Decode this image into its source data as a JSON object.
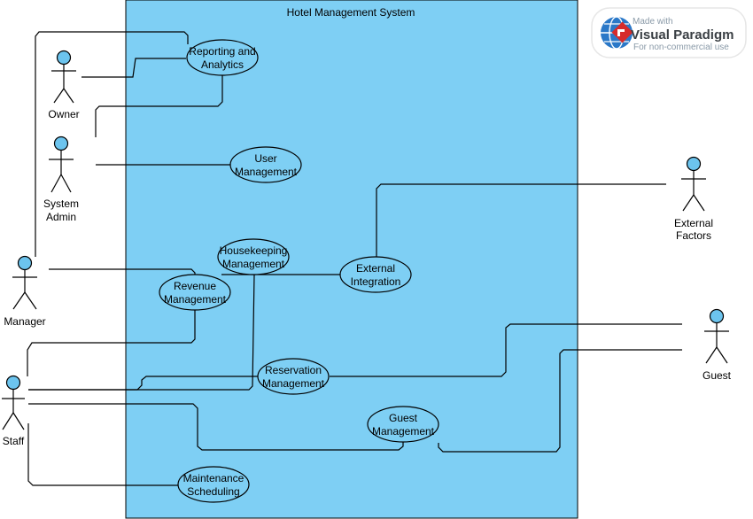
{
  "system": {
    "title": "Hotel Management System",
    "fill": "#7ECFF4"
  },
  "actor_style": {
    "head_fill": "#6CC4EE"
  },
  "actors": {
    "owner": "Owner",
    "system_admin": [
      "System",
      "Admin"
    ],
    "manager": "Manager",
    "staff": "Staff",
    "external_factors": [
      "External",
      "Factors"
    ],
    "guest": "Guest"
  },
  "use_cases": {
    "reporting": [
      "Reporting and",
      "Analytics"
    ],
    "user_mgmt": [
      "User",
      "Management"
    ],
    "housekeeping": [
      "Housekeeping",
      "Management"
    ],
    "external_integration": [
      "External",
      "Integration"
    ],
    "revenue": [
      "Revenue",
      "Management"
    ],
    "reservation": [
      "Reservation",
      "Management"
    ],
    "guest_mgmt": [
      "Guest",
      "Management"
    ],
    "maintenance": [
      "Maintenance",
      "Scheduling"
    ]
  },
  "watermark": {
    "made_with": "Made with",
    "brand": "Visual Paradigm",
    "sub": "For non-commercial use"
  }
}
